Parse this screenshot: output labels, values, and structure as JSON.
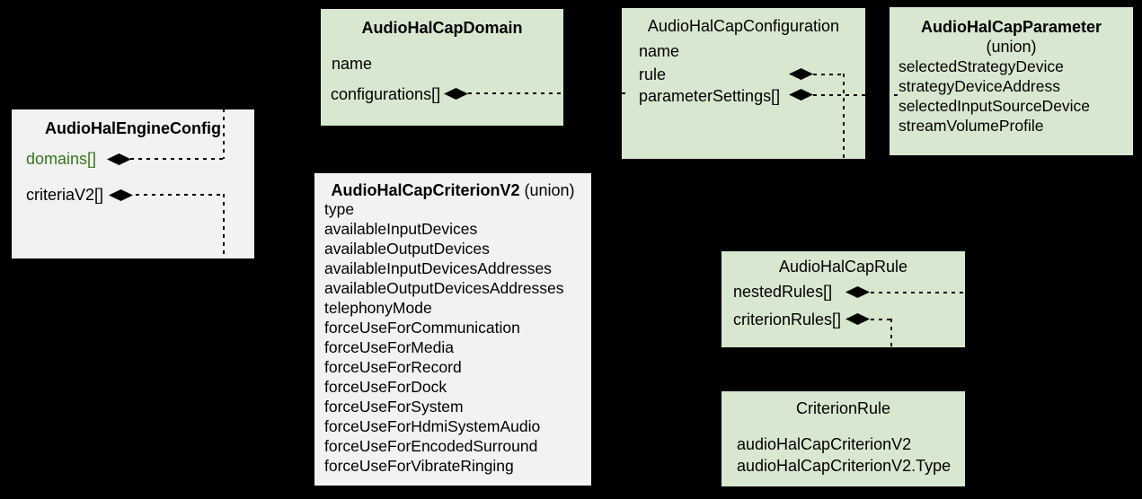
{
  "diagram": {
    "colors": {
      "background": "#000000",
      "green_box": "#d8e8d0",
      "gray_box": "#f2f2f2",
      "accent_field_text": "#38761d",
      "line": "#000000"
    },
    "boxes": {
      "engine_config": {
        "title": "AudioHalEngineConfig",
        "fields": {
          "domains": "domains[]",
          "criteria_v2": "criteriaV2[]"
        }
      },
      "cap_domain": {
        "title": "AudioHalCapDomain",
        "fields": {
          "name": "name",
          "configurations": "configurations[]"
        }
      },
      "cap_configuration": {
        "title": "AudioHalCapConfiguration",
        "fields": {
          "name": "name",
          "rule": "rule",
          "parameter_settings": "parameterSettings[]"
        }
      },
      "cap_parameter": {
        "title": "AudioHalCapParameter",
        "subtitle": "(union)",
        "fields": [
          "selectedStrategyDevice",
          "strategyDeviceAddress",
          "selectedInputSourceDevice",
          "streamVolumeProfile"
        ]
      },
      "cap_criterion_v2": {
        "title": "AudioHalCapCriterionV2",
        "subtitle": "(union)",
        "fields": [
          "type",
          "availableInputDevices",
          "availableOutputDevices",
          "availableInputDevicesAddresses",
          "availableOutputDevicesAddresses",
          "telephonyMode",
          "forceUseForCommunication",
          "forceUseForMedia",
          "forceUseForRecord",
          "forceUseForDock",
          "forceUseForSystem",
          "forceUseForHdmiSystemAudio",
          "forceUseForEncodedSurround",
          "forceUseForVibrateRinging"
        ]
      },
      "cap_rule": {
        "title": "AudioHalCapRule",
        "fields": {
          "nested_rules": "nestedRules[]",
          "criterion_rules": "criterionRules[]"
        }
      },
      "criterion_rule": {
        "title": "CriterionRule",
        "fields": {
          "criterion": "audioHalCapCriterionV2",
          "criterion_type": "audioHalCapCriterionV2.Type"
        }
      }
    }
  }
}
